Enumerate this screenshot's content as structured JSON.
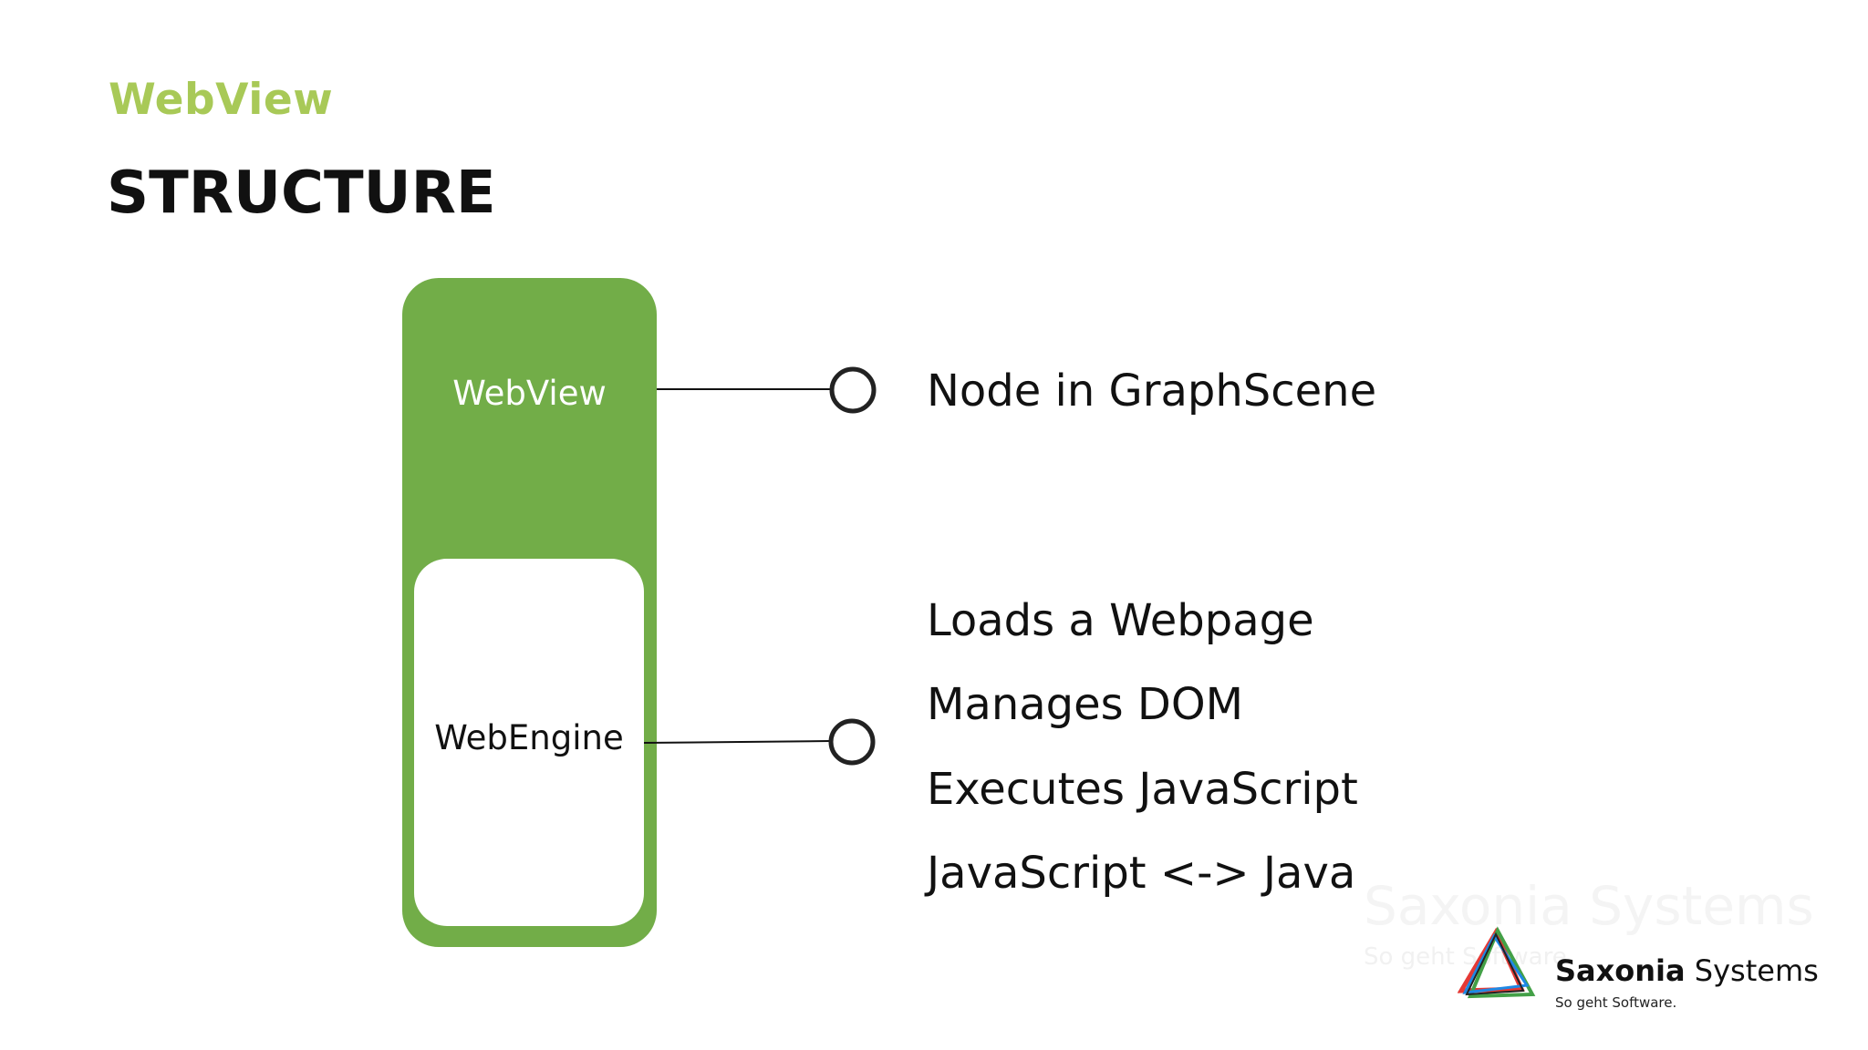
{
  "header": {
    "subtitle": "WebView",
    "title": "STRUCTURE"
  },
  "diagram": {
    "outer_label": "WebView",
    "inner_label": "WebEngine",
    "outer_color": "#72ad48",
    "node1_label": "Node in GraphScene",
    "node2_items": [
      "Loads a Webpage",
      "Manages DOM",
      "Executes JavaScript",
      "JavaScript <-> Java"
    ]
  },
  "branding": {
    "company_bold": "Saxonia",
    "company_rest": " Systems",
    "tagline": "So geht Software.",
    "ghost_name": "Saxonia Systems",
    "ghost_tag": "So geht Software."
  },
  "colors": {
    "accent": "#a8c957",
    "diagram_green": "#72ad48",
    "text": "#111111"
  }
}
